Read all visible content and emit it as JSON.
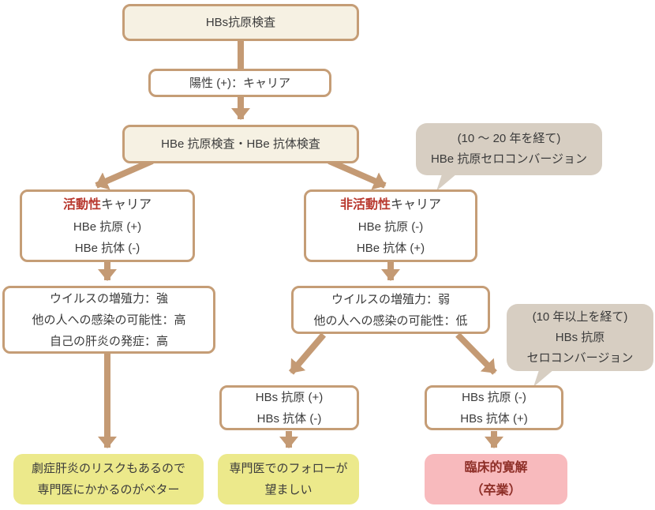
{
  "colors": {
    "tan_border": "#c59d76",
    "arrow": "#c49a74",
    "cream_fill": "#f6f1e3",
    "callout_fill": "#d7cec2",
    "yellow_fill": "#ece98b",
    "pink_fill": "#f8babd",
    "accent_red": "#b8382e",
    "remission_red": "#8e2f28",
    "text": "#3b3b3b"
  },
  "nodes": {
    "hbs_test": {
      "label": "HBs抗原検査"
    },
    "positive": {
      "label": "陽性 (+)：キャリア"
    },
    "hbe_test": {
      "label": "HBe 抗原検査・HBe 抗体検査"
    },
    "active": {
      "highlight": "活動性",
      "title": "キャリア",
      "line1": "HBe 抗原 (+)",
      "line2": "HBe 抗体 (-)"
    },
    "inactive": {
      "highlight": "非活動性",
      "title": "キャリア",
      "line1": "HBe 抗原 (-)",
      "line2": "HBe 抗体 (+)"
    },
    "active_detail": {
      "line1": "ウイルスの増殖力：強",
      "line2": "他の人への感染の可能性：高",
      "line3": "自己の肝炎の発症：高"
    },
    "inactive_detail": {
      "line1": "ウイルスの増殖力：弱",
      "line2": "他の人への感染の可能性：低"
    },
    "hbs_positive": {
      "line1": "HBs 抗原 (+)",
      "line2": "HBs 抗体 (-)"
    },
    "hbs_negative": {
      "line1": "HBs 抗原 (-)",
      "line2": "HBs 抗体 (+)"
    },
    "outcome_fulminant": {
      "line1": "劇症肝炎のリスクもあるので",
      "line2": "専門医にかかるのがベター"
    },
    "outcome_follow": {
      "line1": "専門医でのフォローが",
      "line2": "望ましい"
    },
    "outcome_remission": {
      "line1": "臨床的寛解",
      "line2": "（卒業）"
    }
  },
  "callouts": {
    "hbe_sero": {
      "line1": "(10 ～ 20 年を経て)",
      "line2": "HBe 抗原セロコンバージョン"
    },
    "hbs_sero": {
      "line1": "(10 年以上を経て)",
      "line2": "HBs 抗原",
      "line3": "セロコンバージョン"
    }
  }
}
